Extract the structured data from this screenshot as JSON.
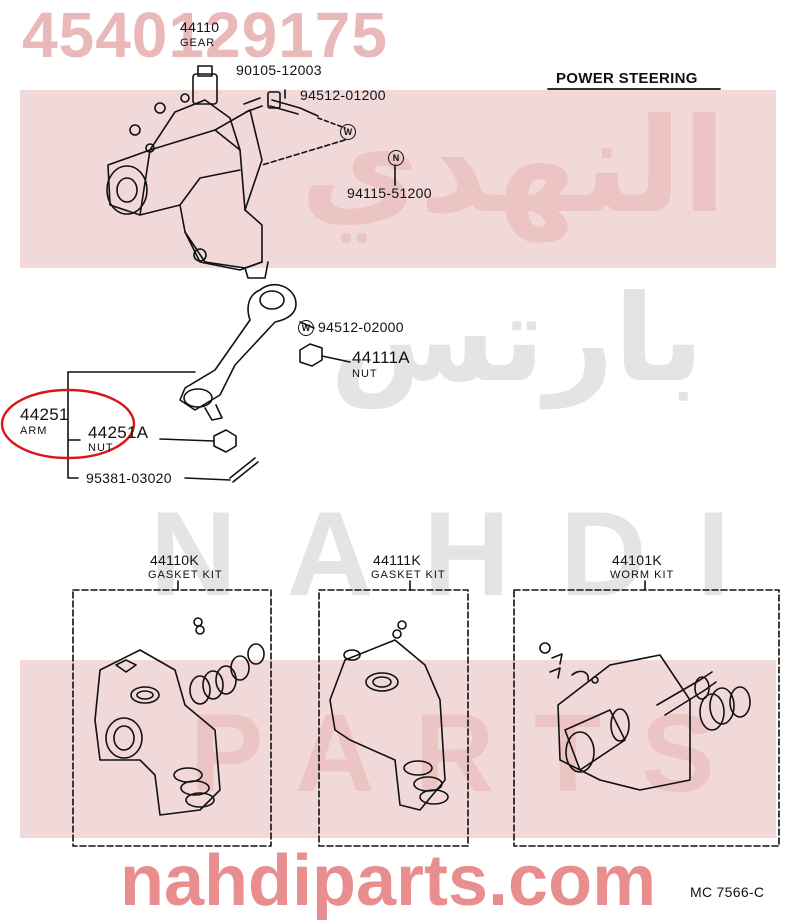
{
  "watermark": {
    "part_number": "4540129175",
    "arabic_top": "النهدي",
    "arabic_mid": "بارتس",
    "latin_big": "NAHDI",
    "latin_parts": "PARTS",
    "site": "nahdiparts.com"
  },
  "title": "POWER STEERING",
  "figure_code": "MC 7566-C",
  "callouts": [
    {
      "id": "44110",
      "desc": "GEAR"
    },
    {
      "id": "90105-12003",
      "desc": ""
    },
    {
      "id": "94512-01200",
      "desc": "",
      "symbol": "W"
    },
    {
      "id": "94115-51200",
      "desc": "",
      "symbol": "N"
    },
    {
      "id": "94512-02000",
      "desc": "",
      "symbol": "W"
    },
    {
      "id": "44111A",
      "desc": "NUT"
    },
    {
      "id": "44251",
      "desc": "ARM"
    },
    {
      "id": "44251A",
      "desc": "NUT"
    },
    {
      "id": "95381-03020",
      "desc": ""
    }
  ],
  "kits": [
    {
      "id": "44110K",
      "desc": "GASKET KIT"
    },
    {
      "id": "44111K",
      "desc": "GASKET KIT"
    },
    {
      "id": "44101K",
      "desc": "WORM KIT"
    }
  ],
  "colors": {
    "highlight": "#d8161b",
    "watermark": "#e9b9b9",
    "band": "#f2d9d9",
    "ink": "#111111"
  }
}
